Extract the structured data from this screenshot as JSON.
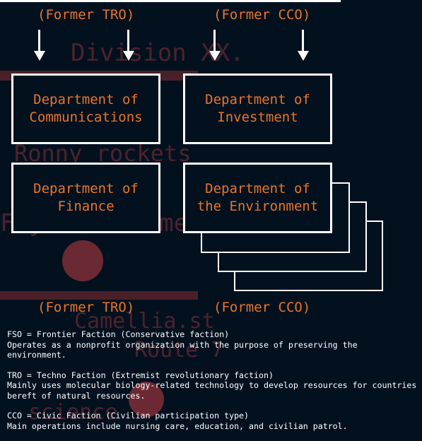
{
  "background_words": [
    "Division XX.",
    "Ronny rockets",
    "Fuyuki's home",
    "Camellia.st",
    "Route 7",
    "science"
  ],
  "headers": {
    "top_left": "(Former TRO)",
    "top_right": "(Former CCO)",
    "bottom_left": "(Former TRO)",
    "bottom_right": "(Former CCO)"
  },
  "departments": {
    "communications": "Department of\nCommunications",
    "investment": "Department of\nInvestment",
    "finance": "Department of\nFinance",
    "environment": "Department of\nthe Environment"
  },
  "legend": [
    {
      "title": "FSO = Frontier Faction (Conservative faction)",
      "desc": "Operates as a nonprofit organization with the purpose of preserving the environment."
    },
    {
      "title": "TRO = Techno Faction (Extremist revolutionary faction)",
      "desc": "Mainly uses molecular biology-related technology to develop resources for countries bereft of natural resources."
    },
    {
      "title": "CCO = Civic Faction (Civilian participation type)",
      "desc": "Main operations include nursing care, education, and civilian patrol."
    }
  ],
  "colors": {
    "background": "#03111f",
    "accent": "#e8742a",
    "box_border": "#ffffff",
    "background_text": "#5a2530"
  }
}
